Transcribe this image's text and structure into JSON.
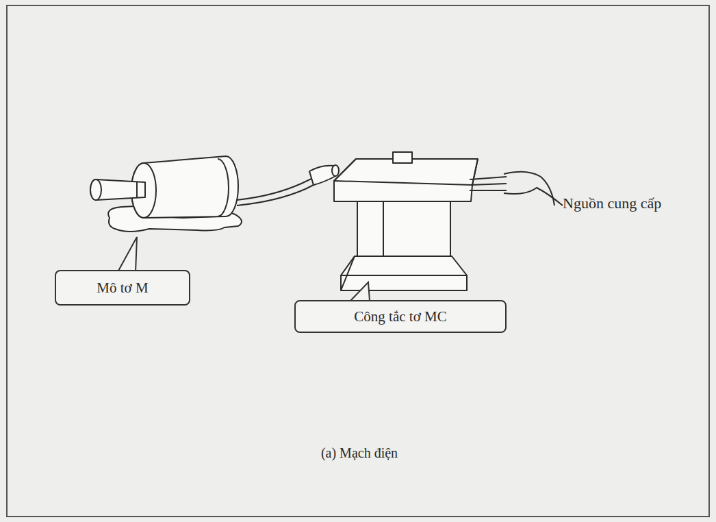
{
  "diagram": {
    "caption": "(a) Mạch điện",
    "nodes": [
      {
        "text": [
          "Mô tơ M"
        ]
      },
      {
        "text": [
          "Công tắc tơ MC"
        ]
      }
    ],
    "labels": [
      "Nguồn cung cấp"
    ]
  }
}
